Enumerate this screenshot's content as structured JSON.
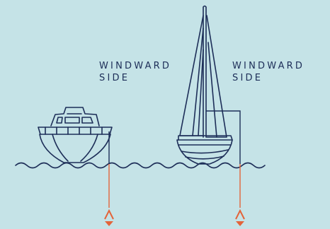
{
  "labels": {
    "left": {
      "line1": "WINDWARD",
      "line2": "SIDE"
    },
    "right": {
      "line1": "WINDWARD",
      "line2": "SIDE"
    }
  },
  "colors": {
    "background": "#c5e3e7",
    "ink": "#1d2e58",
    "anchor": "#e3643a"
  },
  "icons": {
    "left_boat": "motorboat-icon",
    "right_boat": "sailboat-icon",
    "anchors": "anchor-icon"
  }
}
